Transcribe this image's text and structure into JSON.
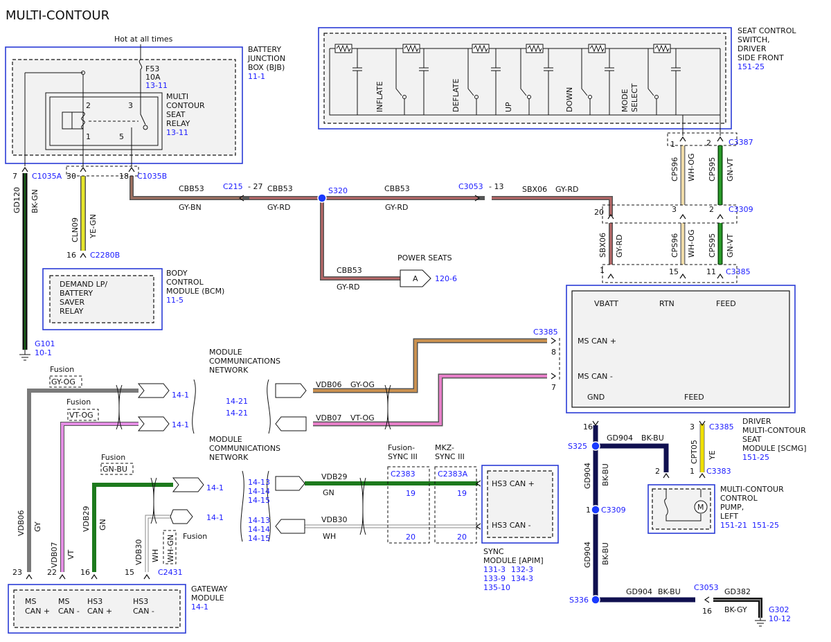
{
  "title": "MULTI-CONTOUR",
  "bjb": {
    "hot": "Hot at all times",
    "fuse": "F53",
    "fuse_amp": "10A",
    "fuse_ref": "13-11",
    "name_lines": [
      "BATTERY",
      "JUNCTION",
      "BOX (BJB)"
    ],
    "ref": "11-1",
    "relay_lines": [
      "MULTI",
      "CONTOUR",
      "SEAT",
      "RELAY"
    ],
    "relay_ref": "13-11",
    "pin2": "2",
    "pin3": "3",
    "pin1": "1",
    "pin5": "5"
  },
  "seat_switch": {
    "name_lines": [
      "SEAT CONTROL",
      "SWITCH,",
      "DRIVER",
      "SIDE FRONT"
    ],
    "ref": "151-25",
    "labels": [
      "INFLATE",
      "DEFLATE",
      "UP",
      "DOWN",
      "MODE",
      "SELECT"
    ]
  },
  "connectors": {
    "c1035a": "C1035A",
    "c1035a_pin": "7",
    "c1035b": "C1035B",
    "c1035b_pin": "18",
    "pin30": "30",
    "c2280b": "C2280B",
    "c2280b_pin": "16",
    "c215": "C215",
    "c215_pin": "- 27",
    "s320": "S320",
    "c3053_top": "C3053",
    "c3053_top_pin": "- 13",
    "c3387": "C3387",
    "c3387_pin1": "1",
    "c3387_pin2": "2",
    "c3309": "C3309",
    "c3309_pin20": "20",
    "c3309_pin3": "3",
    "c3309_pin2": "2",
    "c3385": "C3385",
    "c3385_pin1": "1",
    "c3385_pin15": "15",
    "c3385_pin11": "11",
    "c3385_mid": "C3385",
    "pin8": "8",
    "pin7": "7",
    "pin16_scmg": "16",
    "c3385_b": "C3385",
    "c3385_b_pin": "3",
    "s325": "S325",
    "c3383": "C3383",
    "pin2_pump": "2",
    "pin1_pump": "1",
    "c3309_b": "C3309",
    "c3309_b_pin": "1",
    "s336": "S336",
    "c3053_b": "C3053",
    "c3053_b_pin": "16",
    "g302": "G302",
    "g302_ref": "10-12",
    "g101": "G101",
    "g101_ref": "10-1",
    "c2431": "C2431",
    "pin23": "23",
    "pin22": "22",
    "pin16": "16",
    "pin15": "15",
    "c2383": "C2383",
    "c2383a": "C2383A",
    "pin19a": "19",
    "pin19b": "19",
    "pin20a": "20",
    "pin20b": "20"
  },
  "wires": {
    "gd120": "GD120",
    "bk_gn": "BK-GN",
    "cln09": "CLN09",
    "ye_gn": "YE-GN",
    "cbb53_a": "CBB53",
    "gy_bn": "GY-BN",
    "cbb53_b": "CBB53",
    "gy_rd_b": "GY-RD",
    "cbb53_c": "CBB53",
    "gy_rd_c": "GY-RD",
    "sbx06_a": "SBX06",
    "gy_rd_d": "GY-RD",
    "cbb53_d": "CBB53",
    "gy_rd_e": "GY-RD",
    "cps96_a": "CPS96",
    "wh_og_a": "WH-OG",
    "cps95_a": "CPS95",
    "gn_vt_a": "GN-VT",
    "sbx06_b": "SBX06",
    "gy_rd_f": "GY-RD",
    "cps96_b": "CPS96",
    "wh_og_b": "WH-OG",
    "cps95_b": "CPS95",
    "gn_vt_b": "GN-VT",
    "vdb06": "VDB06",
    "gy_og": "GY-OG",
    "vdb07": "VDB07",
    "vt_og": "VT-OG",
    "vdb29": "VDB29",
    "gn": "GN",
    "vdb30": "VDB30",
    "wh": "WH",
    "gd904_a": "GD904",
    "bk_bu_a": "BK-BU",
    "gd904_b": "GD904",
    "bk_bu_b": "BK-BU",
    "gd904_c": "GD904",
    "bk_bu_c": "BK-BU",
    "gd904_d": "GD904",
    "bk_bu_d": "BK-BU",
    "gd382": "GD382",
    "bk_gy": "BK-GY",
    "cpt05": "CPT05",
    "ye": "YE",
    "vdb06_v": "VDB06",
    "gy_v": "GY",
    "vdb07_v": "VDB07",
    "vt_v": "VT",
    "vdb29_v": "VDB29",
    "gn_v": "GN",
    "vdb30_v": "VDB30",
    "wh_v": "WH",
    "wh_gn": "WH-GN"
  },
  "bcm": {
    "inner_lines": [
      "DEMAND LP/",
      "BATTERY",
      "SAVER",
      "RELAY"
    ],
    "name_lines": [
      "BODY",
      "CONTROL",
      "MODULE (BCM)"
    ],
    "ref": "11-5"
  },
  "power_seats": {
    "label": "POWER SEATS",
    "letter": "A",
    "ref": "120-6"
  },
  "scmg": {
    "vbatt": "VBATT",
    "rtn": "RTN",
    "feed": "FEED",
    "ms_can_plus": "MS CAN +",
    "ms_can_minus": "MS CAN -",
    "gnd": "GND",
    "feed2": "FEED",
    "name_lines": [
      "DRIVER",
      "MULTI-CONTOUR",
      "SEAT",
      "MODULE [SCMG]"
    ],
    "ref": "151-25"
  },
  "network": {
    "title1_lines": [
      "MODULE",
      "COMMUNICATIONS",
      "NETWORK"
    ],
    "title2_lines": [
      "MODULE",
      "COMMUNICATIONS",
      "NETWORK"
    ],
    "ref_a": "14-21",
    "ref_b": "14-21",
    "ref_13a": "14-13",
    "ref_14a": "14-14",
    "ref_15a": "14-15",
    "ref_13b": "14-13",
    "ref_14b": "14-14",
    "ref_15b": "14-15",
    "left_refs": [
      "14-1",
      "14-1",
      "14-1",
      "14-1"
    ]
  },
  "fusion": {
    "f1": "Fusion",
    "c1": "GY-OG",
    "f2": "Fusion",
    "c2": "VT-OG",
    "f3": "Fusion",
    "c3": "GN-BU",
    "f4": "Fusion"
  },
  "sync": {
    "fusion_sync": [
      "Fusion-",
      "SYNC III"
    ],
    "mkz_sync": [
      "MKZ-",
      "SYNC III"
    ],
    "hs3_plus": "HS3 CAN +",
    "hs3_minus": "HS3 CAN -",
    "name_lines": [
      "SYNC",
      "MODULE [APIM]"
    ],
    "refs": [
      "131-3",
      "132-3",
      "133-9",
      "134-3",
      "135-10"
    ]
  },
  "pump": {
    "name_lines": [
      "MULTI-CONTOUR",
      "CONTROL",
      "PUMP,",
      "LEFT"
    ],
    "refs": [
      "151-21",
      "151-25"
    ],
    "motor": "M"
  },
  "gateway": {
    "labels": [
      [
        "MS",
        "CAN +"
      ],
      [
        "MS",
        "CAN -"
      ],
      [
        "HS3",
        "CAN +"
      ],
      [
        "HS3",
        "CAN -"
      ]
    ],
    "name_lines": [
      "GATEWAY",
      "MODULE"
    ],
    "ref": "14-1"
  },
  "colors": {
    "box_blue": "#2a3bd6",
    "gy_rd": "#b86666",
    "gy_og": "#c9904f",
    "vt_og": "#e67fc8",
    "gn": "#1d7a1d",
    "bk_bu": "#101050",
    "ye_gn": "#dddd22",
    "ye": "#f0e000",
    "wh_og": "#f0dca8",
    "gn_vt": "#2a8a2a",
    "gy": "#7a7a7a",
    "vt": "#d77fd7"
  }
}
